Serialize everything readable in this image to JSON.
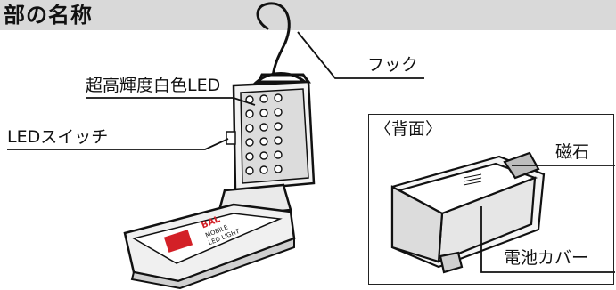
{
  "section": {
    "title": "部の名称"
  },
  "labels": {
    "hook": "フック",
    "led": "超高輝度白色LED",
    "switch": "LEDスイッチ",
    "back": "〈背面〉",
    "magnet": "磁石",
    "battery_cover": "電池カバー"
  },
  "product_print": {
    "brand": "BAL",
    "line1": "MOBILE",
    "line2": "LED LIGHT"
  }
}
